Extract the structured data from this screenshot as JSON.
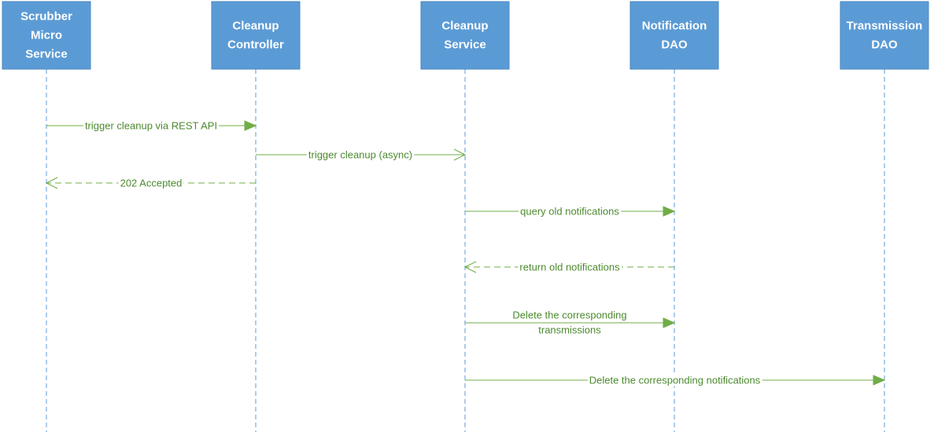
{
  "actors": [
    {
      "id": "scrubber",
      "lines": [
        "Scrubber",
        "Micro",
        "Service"
      ]
    },
    {
      "id": "controller",
      "lines": [
        "Cleanup",
        "Controller"
      ]
    },
    {
      "id": "service",
      "lines": [
        "Cleanup",
        "Service"
      ]
    },
    {
      "id": "notif",
      "lines": [
        "Notification",
        "DAO"
      ]
    },
    {
      "id": "trans",
      "lines": [
        "Transmission",
        "DAO"
      ]
    }
  ],
  "messages": [
    {
      "from": "scrubber",
      "to": "controller",
      "lines": [
        "trigger cleanup via REST API"
      ],
      "style": "solid",
      "arrow": "filled"
    },
    {
      "from": "controller",
      "to": "service",
      "lines": [
        "trigger cleanup (async)"
      ],
      "style": "solid",
      "arrow": "open"
    },
    {
      "from": "controller",
      "to": "scrubber",
      "lines": [
        "202 Accepted"
      ],
      "style": "dashed",
      "arrow": "open"
    },
    {
      "from": "service",
      "to": "notif",
      "lines": [
        "query old notifications"
      ],
      "style": "solid",
      "arrow": "filled"
    },
    {
      "from": "notif",
      "to": "service",
      "lines": [
        "return old notifications"
      ],
      "style": "dashed",
      "arrow": "open"
    },
    {
      "from": "service",
      "to": "notif",
      "lines": [
        "Delete the corresponding",
        "transmissions"
      ],
      "style": "solid",
      "arrow": "filled"
    },
    {
      "from": "service",
      "to": "trans",
      "lines": [
        "Delete the corresponding notifications"
      ],
      "style": "solid",
      "arrow": "filled"
    }
  ]
}
